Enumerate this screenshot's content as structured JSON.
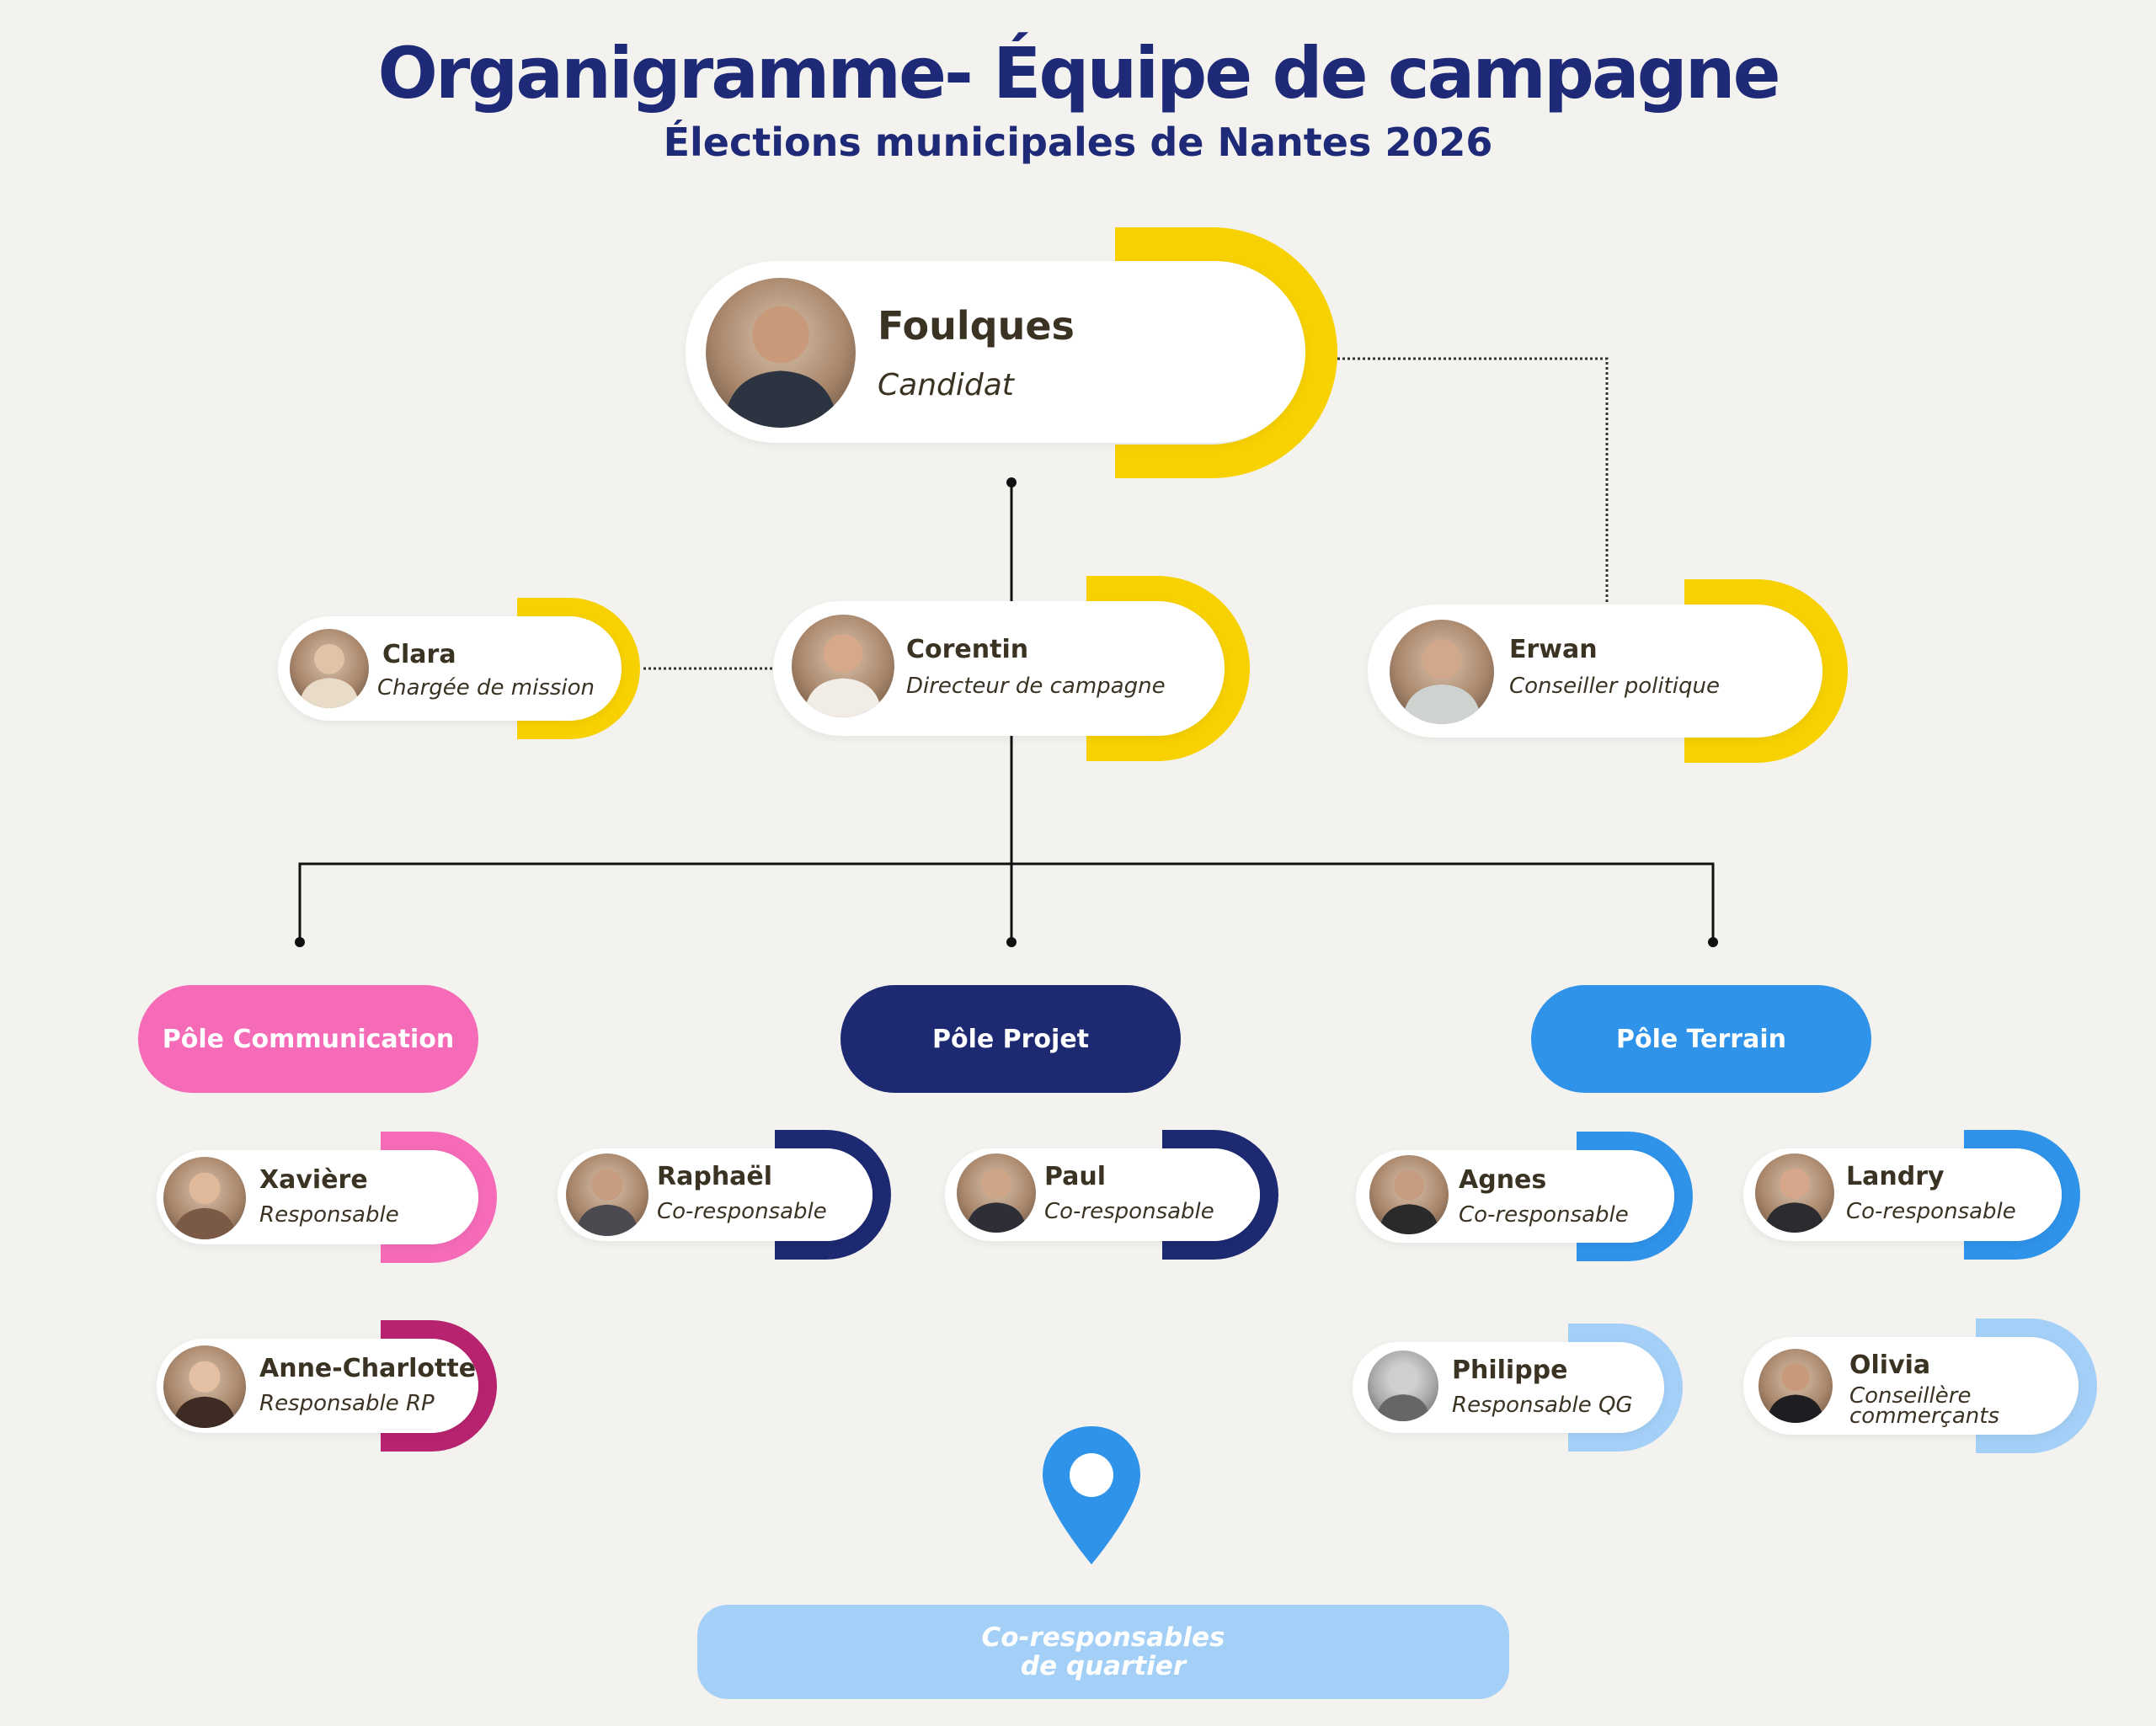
{
  "header": {
    "title": "Organigramme- Équipe de campagne",
    "subtitle": "Élections municipales de Nantes 2026"
  },
  "people": {
    "foulques": {
      "name": "Foulques",
      "role": "Candidat"
    },
    "clara": {
      "name": "Clara",
      "role": "Chargée de mission"
    },
    "corentin": {
      "name": "Corentin",
      "role": "Directeur de campagne"
    },
    "erwan": {
      "name": "Erwan",
      "role": "Conseiller politique"
    },
    "xaviere": {
      "name": "Xavière",
      "role": "Responsable"
    },
    "anne_charlotte": {
      "name": "Anne-Charlotte",
      "role": "Responsable RP"
    },
    "raphael": {
      "name": "Raphaël",
      "role": "Co-responsable"
    },
    "paul": {
      "name": "Paul",
      "role": "Co-responsable"
    },
    "agnes": {
      "name": "Agnes",
      "role": "Co-responsable"
    },
    "landry": {
      "name": "Landry",
      "role": "Co-responsable"
    },
    "philippe": {
      "name": "Philippe",
      "role": "Responsable QG"
    },
    "olivia": {
      "name": "Olivia",
      "role": "Conseillère\ncommerçants"
    }
  },
  "poles": {
    "communication": "Pôle Communication",
    "projet": "Pôle Projet",
    "terrain": "Pôle Terrain"
  },
  "quartier": {
    "label": "Co-responsables\nde quartier"
  },
  "colors": {
    "title": "#1e2a78",
    "yellow": "#f7d100",
    "pink": "#f56bb8",
    "magenta": "#b8236f",
    "navy": "#1d2a72",
    "blue": "#2f93ea",
    "light_blue": "#a4d0f7",
    "background": "#f4f2ee"
  }
}
